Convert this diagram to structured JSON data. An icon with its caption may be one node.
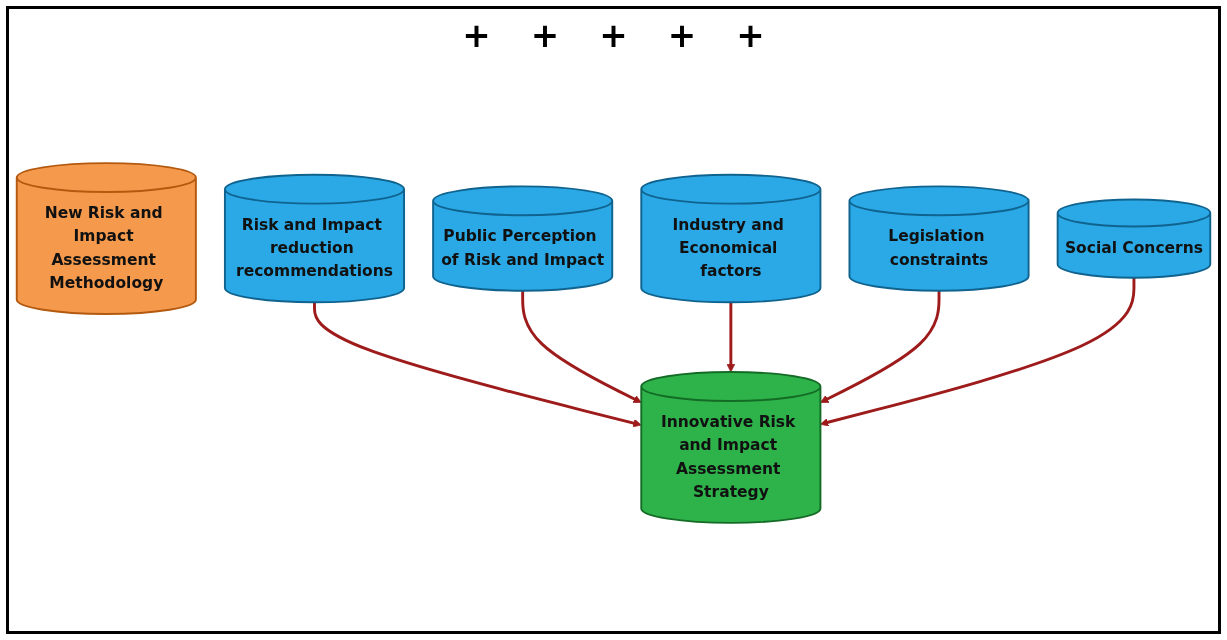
{
  "diagram": {
    "nodes": [
      {
        "text": [
          "New Risk and Impact Assessment Methodology"
        ]
      },
      {
        "text": [
          "Risk and Impact reduction recommendations"
        ]
      },
      {
        "text": [
          "Public Perception of Risk and Impact"
        ]
      },
      {
        "text": [
          "Industry and Economical factors"
        ]
      },
      {
        "text": [
          "Legislation constraints"
        ]
      },
      {
        "text": [
          "Social Concerns"
        ]
      },
      {
        "text": [
          "Innovative Risk and Impact Assessment Strategy"
        ]
      }
    ],
    "edges": [
      {
        "from": 1,
        "to": 6,
        "arrow": "to",
        "color": "#9e1b1b"
      },
      {
        "from": 2,
        "to": 6,
        "arrow": "to",
        "color": "#9e1b1b"
      },
      {
        "from": 3,
        "to": 6,
        "arrow": "to",
        "color": "#9e1b1b"
      },
      {
        "from": 4,
        "to": 6,
        "arrow": "to",
        "color": "#9e1b1b"
      },
      {
        "from": 5,
        "to": 6,
        "arrow": "to",
        "color": "#9e1b1b"
      }
    ],
    "labels": [
      "+",
      "+",
      "+",
      "+",
      "+"
    ]
  }
}
